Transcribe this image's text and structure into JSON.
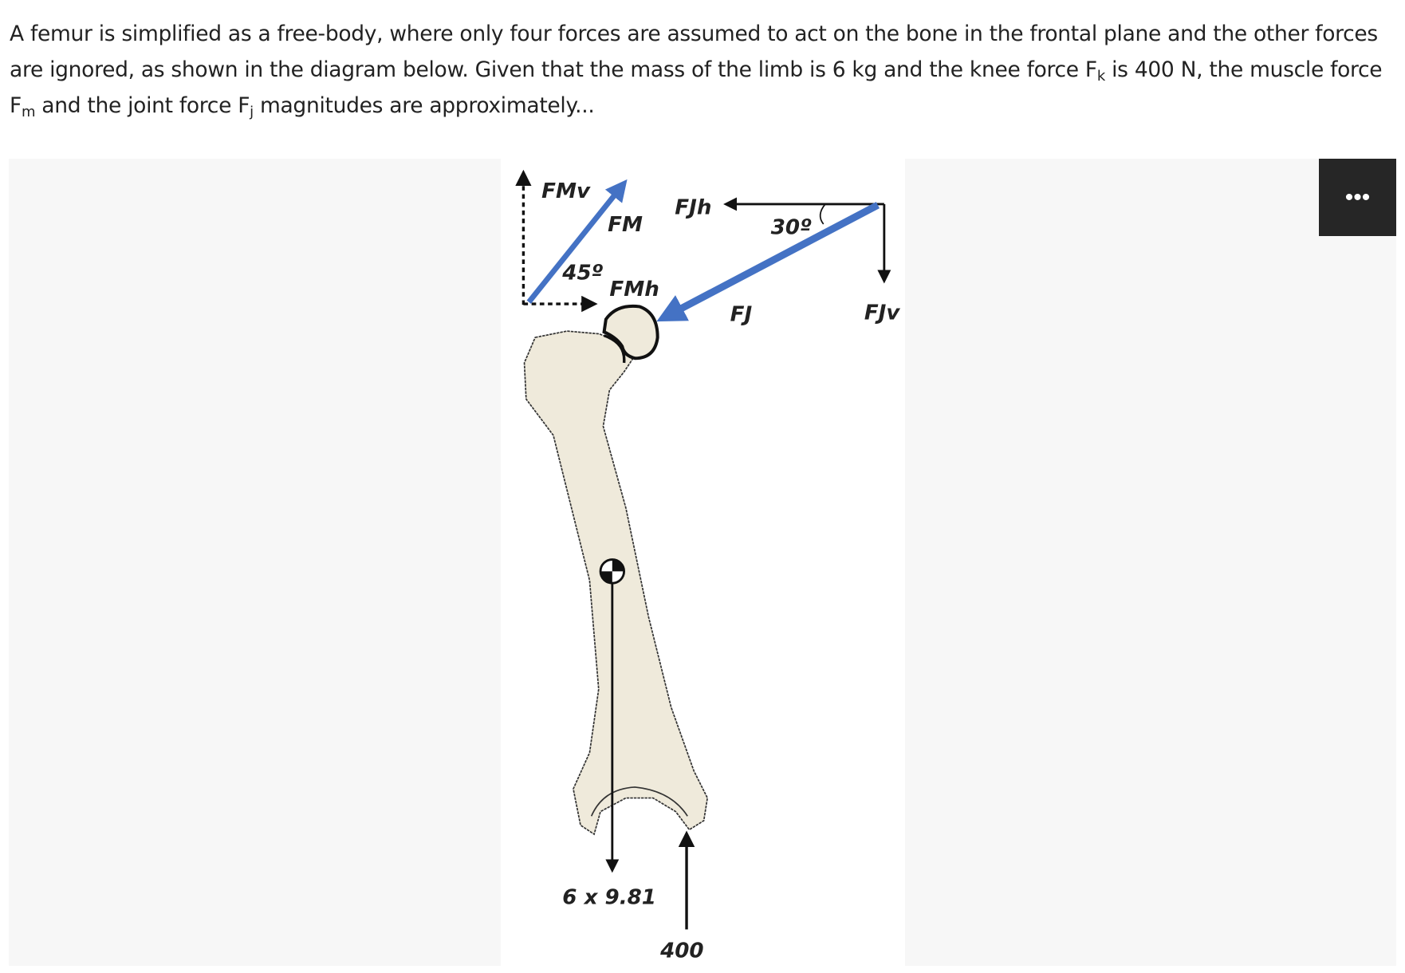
{
  "question": {
    "part1": "A femur is simplified as a free-body, where only four forces are assumed to act on the bone in the frontal plane and the other forces are ignored, as shown in the diagram below. Given that the mass of the limb is 6 kg and the knee force F",
    "sub_k": "k",
    "part2": " is 400 N, the muscle force F",
    "sub_m": "m",
    "part3": " and the joint force F",
    "sub_j": "j",
    "part4": " magnitudes are approximately..."
  },
  "diagram": {
    "labels": {
      "fmv": "FMv",
      "fm": "FM",
      "fmh": "FMh",
      "angle_45": "45º",
      "fjh": "FJh",
      "angle_30": "30º",
      "fj": "FJ",
      "fjv": "FJv",
      "weight": "6 x 9.81",
      "knee": "400"
    },
    "colors": {
      "force_blue": "#4472c4",
      "bone": "#efeadb",
      "outline": "#111111"
    }
  },
  "more_button": {
    "label": "•••",
    "icon": "more-options-icon"
  }
}
